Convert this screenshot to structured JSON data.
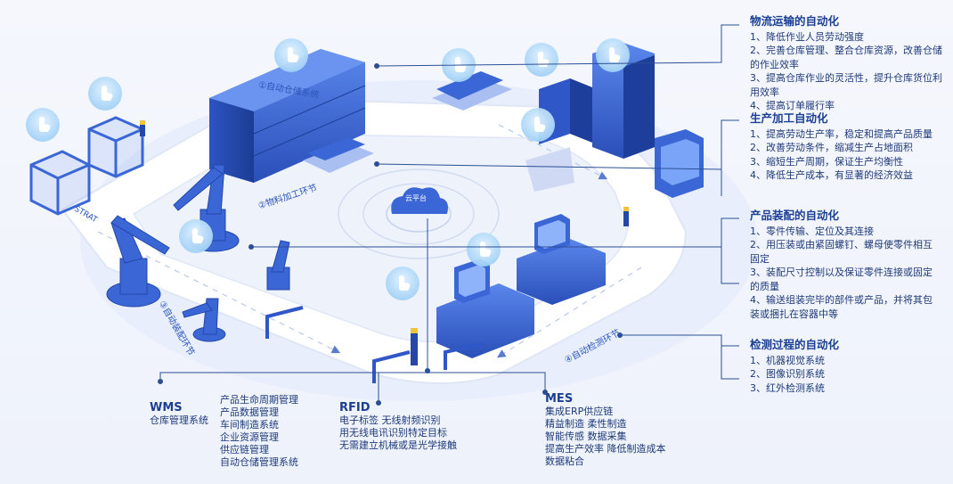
{
  "right_panels": [
    {
      "title": "物流运输的自动化",
      "items": [
        "1、降低作业人员劳动强度",
        "2、完善仓库管理、整合仓库资源，改善仓储的作业效率",
        "3、提高仓库作业的灵活性，提升仓库货位利用效率",
        "4、提高订单履行率"
      ]
    },
    {
      "title": "生产加工自动化",
      "items": [
        "1、提高劳动生产率，稳定和提高产品质量",
        "2、改善劳动条件，缩减生产占地面积",
        "3、缩短生产周期，保证生产均衡性",
        "4、降低生产成本，有显著的经济效益"
      ]
    },
    {
      "title": "产品装配的自动化",
      "items": [
        "1、零件传输、定位及其连接",
        "2、用压装或由紧固螺钉、螺母使零件相互固定",
        "3、装配尺寸控制以及保证零件连接或固定的质量",
        "4、输送组装完毕的部件或产品，并将其包装或捆扎在容器中等"
      ]
    },
    {
      "title": "检测过程的自动化",
      "items": [
        "1、机器视觉系统",
        "2、图像识别系统",
        "3、红外检测系统"
      ]
    }
  ],
  "bottom": {
    "wms": {
      "title": "WMS",
      "subtitle": "仓库管理系统"
    },
    "wms_list": [
      "产品生命周期管理",
      "产品数据管理",
      "车间制造系统",
      "企业资源管理",
      "供应链管理",
      "自动仓储管理系统"
    ],
    "rfid": {
      "title": "RFID",
      "items": [
        "电子标签 无线射频识别",
        "用无线电讯识别特定目标",
        "无需建立机械或是光学接触"
      ]
    },
    "mes": {
      "title": "MES",
      "items": [
        "集成ERP供应链",
        "精益制造 柔性制造",
        "智能传感 数据采集",
        "提高生产效率 降低制造成本",
        "数据粘合"
      ]
    }
  },
  "scene_labels": {
    "warehouse": "①自动仓储系统",
    "machining": "②物料加工环节",
    "assembly": "③自动装配环节",
    "inspection": "④自动检测环节",
    "start": "STRAT",
    "cloud": "云平台"
  },
  "colors": {
    "accent": "#1b3f93",
    "machine": "#3a66d6",
    "machine_dark": "#2548a8",
    "road": "#ffffff",
    "bubble": "#bfe0fb"
  }
}
